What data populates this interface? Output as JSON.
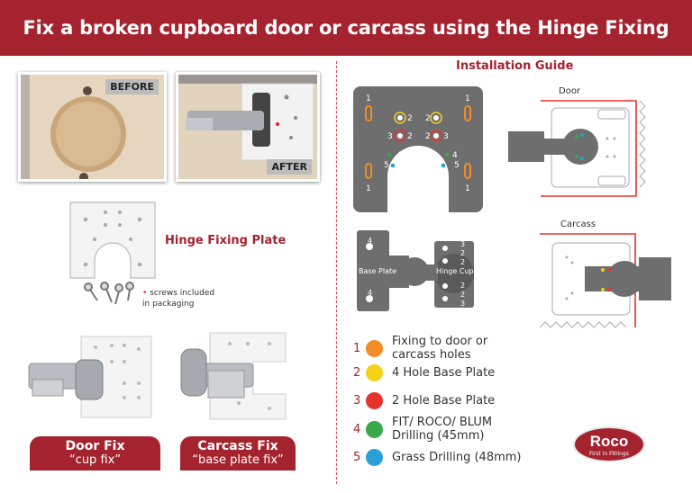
{
  "header": {
    "title": "Fix a broken cupboard door or carcass using the Hinge Fixing Plate"
  },
  "photos": {
    "before_tag": "BEFORE",
    "after_tag": "AFTER"
  },
  "product": {
    "title": "Hinge Fixing Plate",
    "screws_note_line1": "screws included",
    "screws_note_line2": "in packaging"
  },
  "fixes": [
    {
      "title": "Door Fix",
      "subtitle": "“cup fix”"
    },
    {
      "title": "Carcass Fix",
      "subtitle": "“base plate fix”"
    }
  ],
  "guide": {
    "title": "Installation Guide",
    "plate_numbers": [
      "1",
      "2",
      "3",
      "2",
      "4",
      "5",
      "1",
      "1",
      "2",
      "2",
      "3",
      "4",
      "5",
      "1"
    ],
    "door_label": "Door",
    "carcass_label": "Carcass",
    "base_plate_label": "Base Plate",
    "hinge_cup_label": "Hinge Cup",
    "base_nums": [
      "4",
      "4"
    ],
    "cup_nums": [
      "3",
      "2",
      "2",
      "2",
      "2",
      "3"
    ]
  },
  "legend": [
    {
      "num": "1",
      "color": "#f28c28",
      "line1": "Fixing to door or",
      "line2": "carcass holes"
    },
    {
      "num": "2",
      "color": "#f5d21a",
      "line1": "4 Hole Base Plate",
      "line2": ""
    },
    {
      "num": "3",
      "color": "#e8322c",
      "line1": "2 Hole Base Plate",
      "line2": ""
    },
    {
      "num": "4",
      "color": "#3aa84a",
      "line1": "FIT/ ROCO/ BLUM",
      "line2": "Drilling (45mm)"
    },
    {
      "num": "5",
      "color": "#2a9fd8",
      "line1": "Grass Drilling (48mm)",
      "line2": ""
    }
  ],
  "brand": {
    "logo": "Roco",
    "tagline": "First in Fittings"
  }
}
